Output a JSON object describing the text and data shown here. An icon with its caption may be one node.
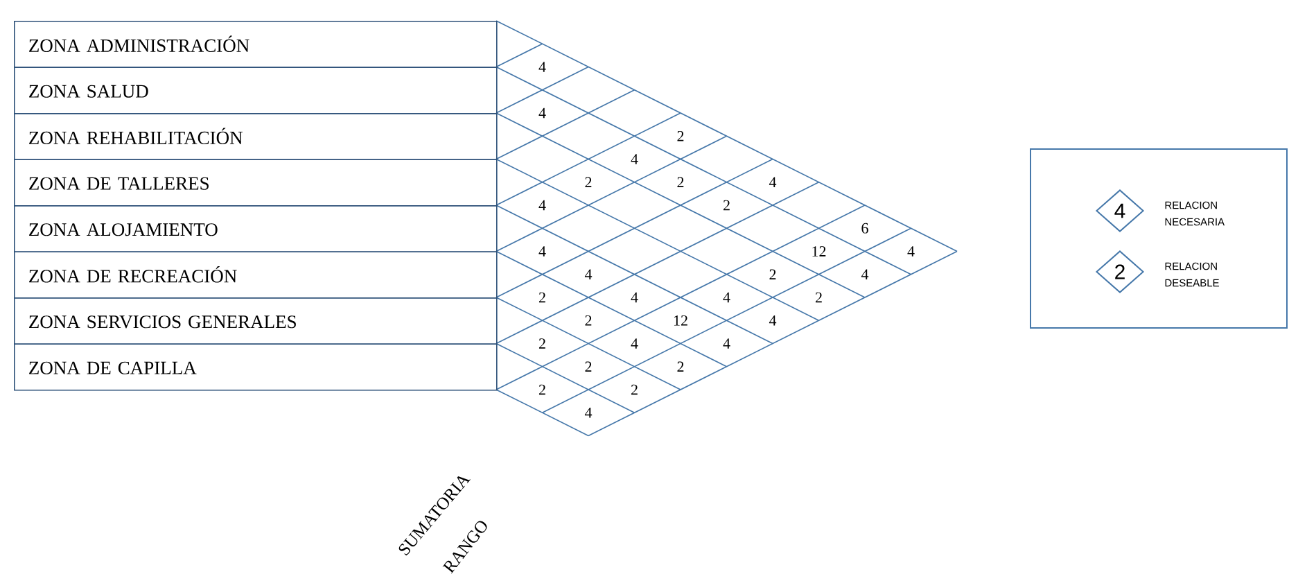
{
  "diagram": {
    "nodes": [
      {
        "text": [
          "ZONA ADMINISTRACIÓN"
        ]
      },
      {
        "text": [
          "ZONA SALUD"
        ]
      },
      {
        "text": [
          "ZONA REHABILITACIÓN"
        ]
      },
      {
        "text": [
          "ZONA DE TALLERES"
        ]
      },
      {
        "text": [
          "ZONA ALOJAMIENTO"
        ]
      },
      {
        "text": [
          "ZONA DE RECREACIÓN"
        ]
      },
      {
        "text": [
          "ZONA SERVICIOS GENERALES"
        ]
      },
      {
        "text": [
          "ZONA DE CAPILLA"
        ]
      },
      {
        "text": [],
        "shape": "box"
      },
      {
        "text": [
          "4"
        ],
        "beside": [
          "RELACION NECESARIA"
        ],
        "in": 8
      },
      {
        "text": [
          "2"
        ],
        "beside": [
          "RELACION DESEABLE"
        ],
        "in": 8
      }
    ],
    "labels": [
      "4",
      "4",
      "2",
      "4",
      "2",
      "2",
      "4",
      "4",
      "2",
      "6",
      "4",
      "12",
      "4",
      "4",
      "2",
      "4",
      "2",
      "4",
      "4",
      "2",
      "2",
      "12",
      "4",
      "2",
      "4",
      "4",
      "2",
      "2",
      "2",
      "2",
      "4",
      "SUMATORIA",
      "RANGO"
    ]
  }
}
